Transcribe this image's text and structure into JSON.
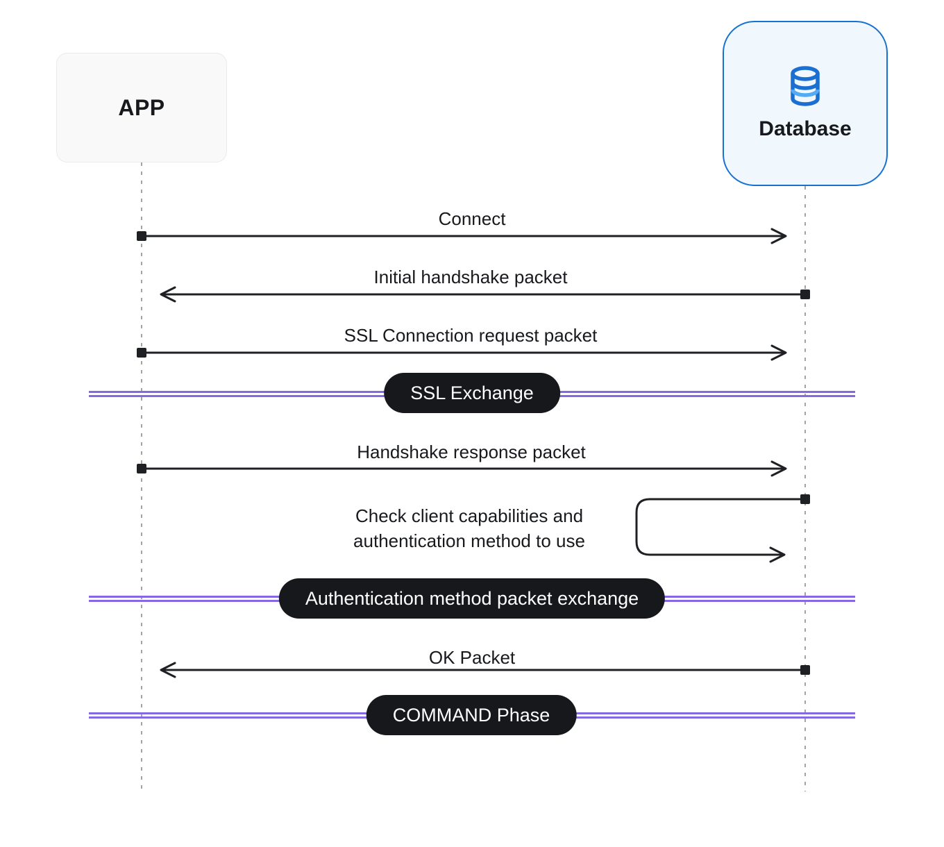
{
  "diagram": {
    "actors": {
      "app": {
        "label": "APP"
      },
      "database": {
        "label": "Database",
        "icon": "database-icon"
      }
    },
    "messages": [
      {
        "label": "Connect",
        "from": "app",
        "to": "database",
        "direction": "right"
      },
      {
        "label": "Initial handshake packet",
        "from": "database",
        "to": "app",
        "direction": "left"
      },
      {
        "label": "SSL Connection request packet",
        "from": "app",
        "to": "database",
        "direction": "right"
      },
      {
        "label": "Handshake response packet",
        "from": "app",
        "to": "database",
        "direction": "right"
      },
      {
        "label": "OK Packet",
        "from": "database",
        "to": "app",
        "direction": "left"
      }
    ],
    "self_message": {
      "actor": "database",
      "line1": "Check client capabilities and",
      "line2": "authentication method to use"
    },
    "phases": [
      {
        "label": "SSL Exchange"
      },
      {
        "label": "Authentication method packet exchange"
      },
      {
        "label": "COMMAND Phase"
      }
    ],
    "colors": {
      "accent_blue": "#1671d0",
      "icon_blue_light": "#55abf3",
      "db_box_bg": "#f0f8fe",
      "app_box_bg": "#f9f9f9",
      "phase_line_purple": "#8668e4",
      "pill_bg": "#17181c",
      "pill_text": "#ffffff",
      "arrow_black": "#1f2023",
      "lifeline_gray": "#a3a3a3"
    }
  }
}
